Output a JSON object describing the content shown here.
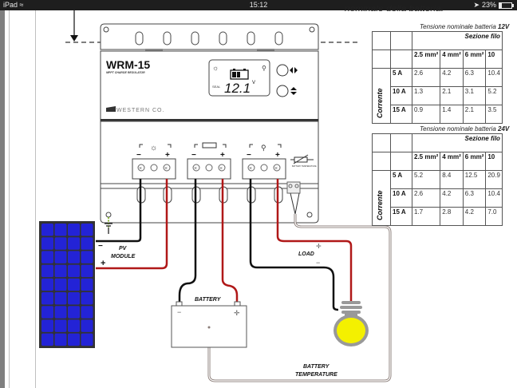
{
  "status_bar": {
    "device": "iPad",
    "wifi_icon": "wifi-icon",
    "time": "15:12",
    "location_icon": "location-arrow-icon",
    "battery_percent": "23%",
    "battery_level": 0.23
  },
  "page": {
    "cut_off_text": "nominale della batteria."
  },
  "device": {
    "model": "WRM-15",
    "subtitle": "MPPT CHARGE REGULATOR",
    "brand": "WESTERN CO.",
    "display_value": "12.1",
    "display_unit": "V",
    "display_mode": "SEAL",
    "terminal_labels": {
      "minus": "−",
      "plus": "+"
    },
    "temp_sensor_label": "BATTERY TEMPERATURE"
  },
  "diagram": {
    "pv_module_label": [
      "PV",
      "MODULE"
    ],
    "battery_label": "BATTERY",
    "load_label": "LOAD",
    "battery_temp_label": [
      "BATTERY",
      "TEMPERATURE"
    ],
    "colors": {
      "positive_wire": "#b01818",
      "negative_wire": "#111111",
      "panel_cell": "#2323d6",
      "bulb": "#f4f000",
      "ground_wire": "#8cb83c"
    }
  },
  "tables": [
    {
      "title_prefix": "Tensione nominale batteria ",
      "title_voltage": "12V",
      "group_header": "Sezione filo",
      "row_group_label": "Corrente",
      "columns": [
        "2.5 mm²",
        "4 mm²",
        "6 mm²",
        "10"
      ],
      "rows": [
        {
          "label": "5 A",
          "values": [
            "2.6",
            "4.2",
            "6.3",
            "10.4"
          ]
        },
        {
          "label": "10 A",
          "values": [
            "1.3",
            "2.1",
            "3.1",
            "5.2"
          ]
        },
        {
          "label": "15 A",
          "values": [
            "0.9",
            "1.4",
            "2.1",
            "3.5"
          ]
        }
      ]
    },
    {
      "title_prefix": "Tensione nominale batteria ",
      "title_voltage": "24V",
      "group_header": "Sezione filo",
      "row_group_label": "Corrente",
      "columns": [
        "2.5 mm²",
        "4 mm²",
        "6 mm²",
        "10"
      ],
      "rows": [
        {
          "label": "5 A",
          "values": [
            "5.2",
            "8.4",
            "12.5",
            "20.9"
          ]
        },
        {
          "label": "10 A",
          "values": [
            "2.6",
            "4.2",
            "6.3",
            "10.4"
          ]
        },
        {
          "label": "15 A",
          "values": [
            "1.7",
            "2.8",
            "4.2",
            "7.0"
          ]
        }
      ]
    }
  ]
}
